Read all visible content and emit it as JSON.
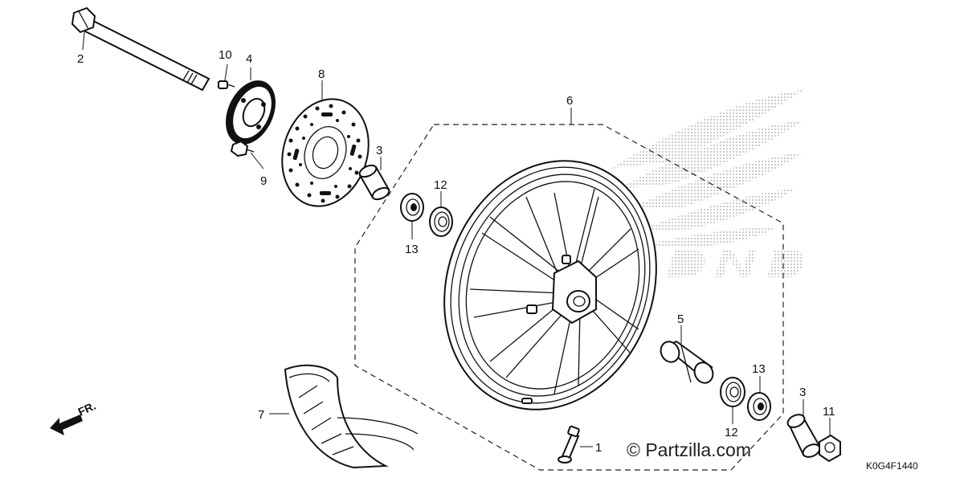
{
  "diagram": {
    "callouts": [
      {
        "id": "c2a",
        "text": "2"
      },
      {
        "id": "c10",
        "text": "10"
      },
      {
        "id": "c4",
        "text": "4"
      },
      {
        "id": "c8",
        "text": "8"
      },
      {
        "id": "c9",
        "text": "9"
      },
      {
        "id": "c3a",
        "text": "3"
      },
      {
        "id": "c6",
        "text": "6"
      },
      {
        "id": "c12a",
        "text": "12"
      },
      {
        "id": "c13a",
        "text": "13"
      },
      {
        "id": "c5",
        "text": "5"
      },
      {
        "id": "c13b",
        "text": "13"
      },
      {
        "id": "c12b",
        "text": "12"
      },
      {
        "id": "c3b",
        "text": "3"
      },
      {
        "id": "c11",
        "text": "11"
      },
      {
        "id": "c7",
        "text": "7"
      },
      {
        "id": "c1",
        "text": "1"
      }
    ],
    "direction_label": "FR.",
    "watermark": "© Partzilla.com",
    "diagram_code": "K0G4F1440",
    "brand_logo_text": "HONDA"
  }
}
